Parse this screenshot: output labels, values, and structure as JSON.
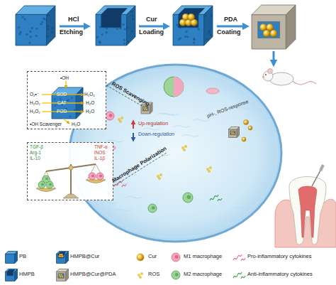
{
  "diagram": {
    "nodes": [
      {
        "text": [
          "Up-regulation",
          "Down-regulation",
          "pH-, ROS-response"
        ]
      },
      {
        "text": [
          "•OH",
          "O₂•⁻",
          "SOD",
          "H₂O₂",
          "H₂O₂",
          "CAT",
          "H₂O",
          "H₂O₂",
          "POD",
          "H₂O",
          "•OH Scavenger",
          "H₂O"
        ]
      },
      {
        "text": [
          "TGF-β",
          "Arg-1",
          "IL-10",
          "TNF-α",
          "iNOS",
          "IL-1β"
        ]
      }
    ],
    "labels": [
      "HCl",
      "Etching",
      "Cur",
      "Loading",
      "PDA",
      "Coating",
      "ROS Scavenging",
      "Macrophage Polarization"
    ],
    "legend": [
      {
        "text": "PB"
      },
      {
        "text": "HMPB@Cur"
      },
      {
        "text": "Cur"
      },
      {
        "text": "M1 macrophage"
      },
      {
        "text": "Pro-inflammatory cytokines"
      },
      {
        "text": "HMPB"
      },
      {
        "text": "HMPB@Cur@PDA"
      },
      {
        "text": "ROS"
      },
      {
        "text": "M2 macrophage"
      },
      {
        "text": "Anti-inflammatory cytokines"
      }
    ]
  }
}
